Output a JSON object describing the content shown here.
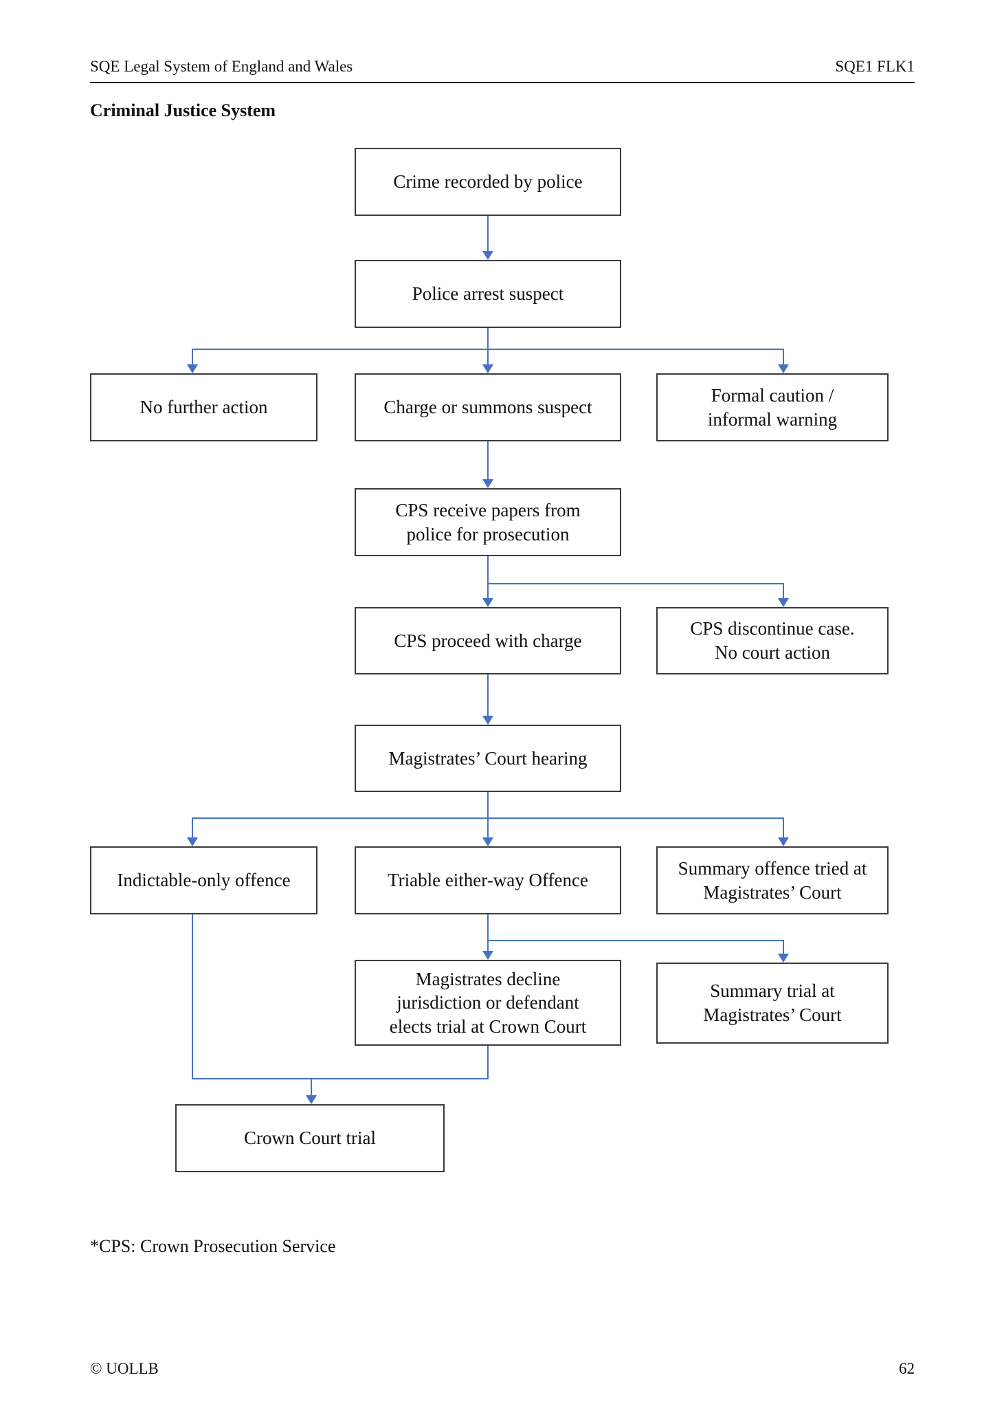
{
  "header": {
    "left_text": "SQE Legal System of England and Wales",
    "right_text": "SQE1 FLK1"
  },
  "title": "Criminal Justice System",
  "flowchart": {
    "nodes": {
      "crime_recorded": {
        "label": "Crime recorded by police"
      },
      "police_arrest": {
        "label": "Police arrest suspect"
      },
      "no_further_action": {
        "label": "No further action"
      },
      "charge_or_summons": {
        "label": "Charge or summons suspect"
      },
      "formal_caution": {
        "label": "Formal caution /\ninformal warning"
      },
      "cps_receive": {
        "label": "CPS receive papers from\npolice for prosecution"
      },
      "cps_proceed": {
        "label": "CPS proceed with charge"
      },
      "cps_discontinue": {
        "label": "CPS discontinue case.\nNo court action"
      },
      "magistrates_hearing": {
        "label": "Magistrates’ Court hearing"
      },
      "indictable_only": {
        "label": "Indictable-only offence"
      },
      "triable_either_way": {
        "label": "Triable either-way Offence"
      },
      "summary_offence": {
        "label": "Summary offence tried at\nMagistrates’ Court"
      },
      "magistrates_decline": {
        "label": "Magistrates decline\njurisdiction or defendant\nelects trial at Crown Court"
      },
      "summary_trial": {
        "label": "Summary trial at\nMagistrates’ Court"
      },
      "crown_court_trial": {
        "label": "Crown Court trial"
      }
    }
  },
  "footnote": "*CPS: Crown Prosecution Service",
  "footer": {
    "copyright": "© UOLLB",
    "page_number": "62"
  },
  "colors": {
    "connector_blue": "#4472C4",
    "box_border": "#3b3b3b"
  }
}
